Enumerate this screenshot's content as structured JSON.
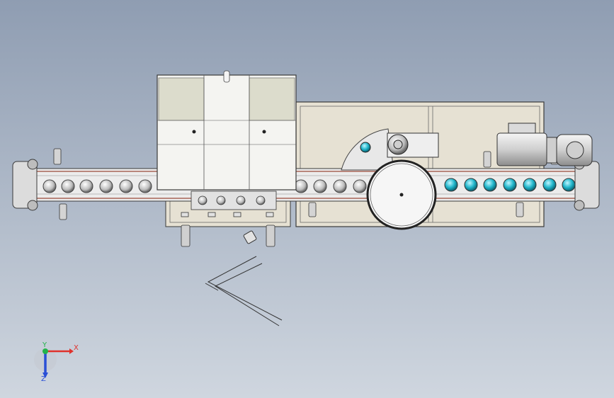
{
  "viewport": {
    "background_top": "#8f9db2",
    "background_bottom": "#cfd6df"
  },
  "model": {
    "frame_color": "#d8d2c4",
    "frame_stroke": "#3a3a3a",
    "housing_fill": "#f4f4f1",
    "housing_panel_fill": "#dcdccc",
    "conveyor_fill": "#e9e9e9",
    "roller_fill": "#d0d0d0",
    "highlight_color": "#1fb6c8"
  },
  "triad": {
    "x_label": "X",
    "y_label": "Y",
    "x_color": "#e0322c",
    "y_color": "#23b34a",
    "z_color": "#2a4fd6",
    "z_label": "Z"
  }
}
